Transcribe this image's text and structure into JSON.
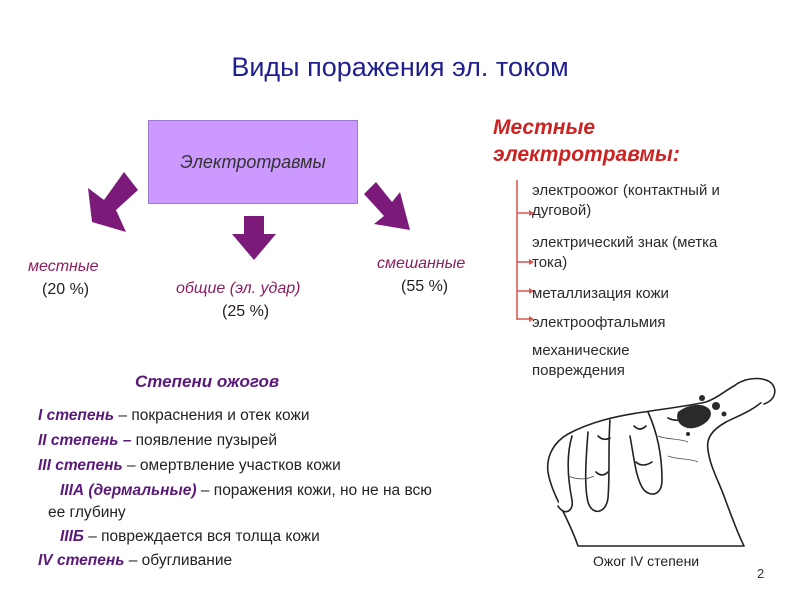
{
  "title": "Виды поражения эл. током",
  "center_box": "Электротравмы",
  "types": {
    "local_label": "местные",
    "local_pct": "(20 %)",
    "general_label": "общие  (эл. удар)",
    "general_pct": "(25  %)",
    "mixed_label": "смешанные",
    "mixed_pct": "(55 %)"
  },
  "local_injuries": {
    "heading_line1": "Местные",
    "heading_line2": "электротравмы:",
    "items": [
      {
        "line1": "электроожог (контактный и",
        "line2": "дуговой)"
      },
      {
        "line1": "электрический знак (метка",
        "line2": "тока)"
      },
      {
        "line1": "металлизация кожи",
        "line2": ""
      },
      {
        "line1": "электроофтальмия",
        "line2": ""
      },
      {
        "line1": "механические",
        "line2": "повреждения"
      }
    ]
  },
  "burns": {
    "heading": "Степени ожогов",
    "lines": [
      {
        "deg": "I степень",
        "text": " – покраснения и отек кожи"
      },
      {
        "deg": "II степень –",
        "text": " появление пузырей"
      },
      {
        "deg": "III степень",
        "text": " – омертвление участков кожи"
      },
      {
        "deg": "IIIА (дермальные)",
        "text": " – поражения кожи, но не на всю"
      },
      {
        "deg": "",
        "text": "ее глубину"
      },
      {
        "deg": "IIIБ",
        "text": " – повреждается вся толща кожи"
      },
      {
        "deg": "IV степень",
        "text": " – обугливание"
      }
    ]
  },
  "image_caption": "Ожог IV степени",
  "page_number": "2",
  "colors": {
    "title": "#1f1f8f",
    "box": "#cc99ff",
    "arrow": "#7b1a78",
    "heading_red": "#cc2222",
    "bracket_red": "#d9534f"
  }
}
